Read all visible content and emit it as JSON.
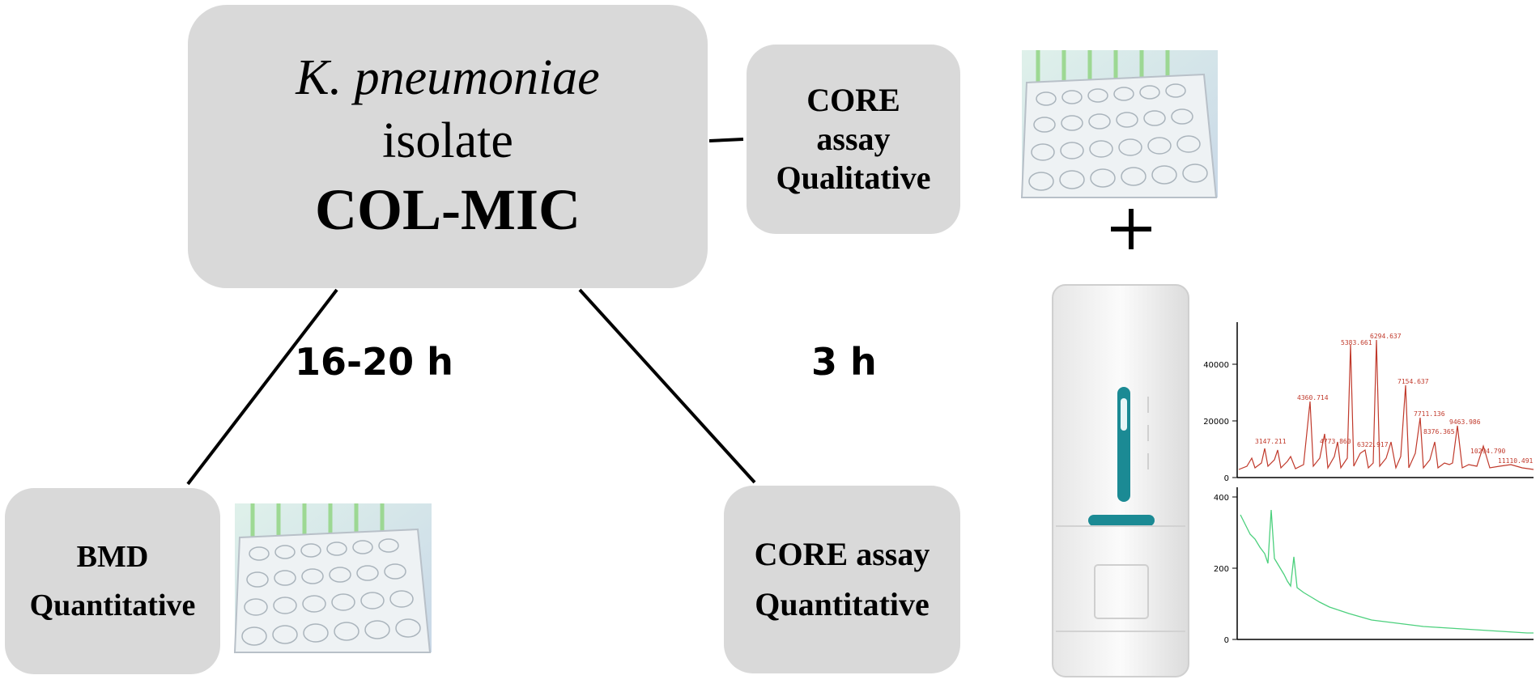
{
  "main_box": {
    "line1": "K. pneumoniae",
    "line2": "isolate",
    "line3": "COL-MIC"
  },
  "qualitative_box": {
    "line1": "CORE",
    "line2": "assay",
    "line3": "Qualitative"
  },
  "bmd_box": {
    "line1": "BMD",
    "line2": "Quantitative"
  },
  "quantitative_box": {
    "line1": "CORE assay",
    "line2": "Quantitative"
  },
  "times": {
    "left": "16-20 h",
    "right": "3 h"
  },
  "spectrum_top": {
    "y_ticks": [
      "40000",
      "20000",
      "0"
    ],
    "peak_labels": [
      "5383.661",
      "6294.637",
      "4360.714",
      "7154.637",
      "7711.136",
      "9463.986",
      "8376.365",
      "10294.790",
      "11110.491",
      "3147.211",
      "4773.860",
      "6322.917"
    ]
  },
  "spectrum_bottom": {
    "y_ticks": [
      "400",
      "200",
      "0"
    ]
  },
  "colors": {
    "box": "#d9d9d9",
    "spectrum_top": "#c0392b",
    "spectrum_bottom": "#4cd07d",
    "device_accent": "#1b8a94"
  }
}
